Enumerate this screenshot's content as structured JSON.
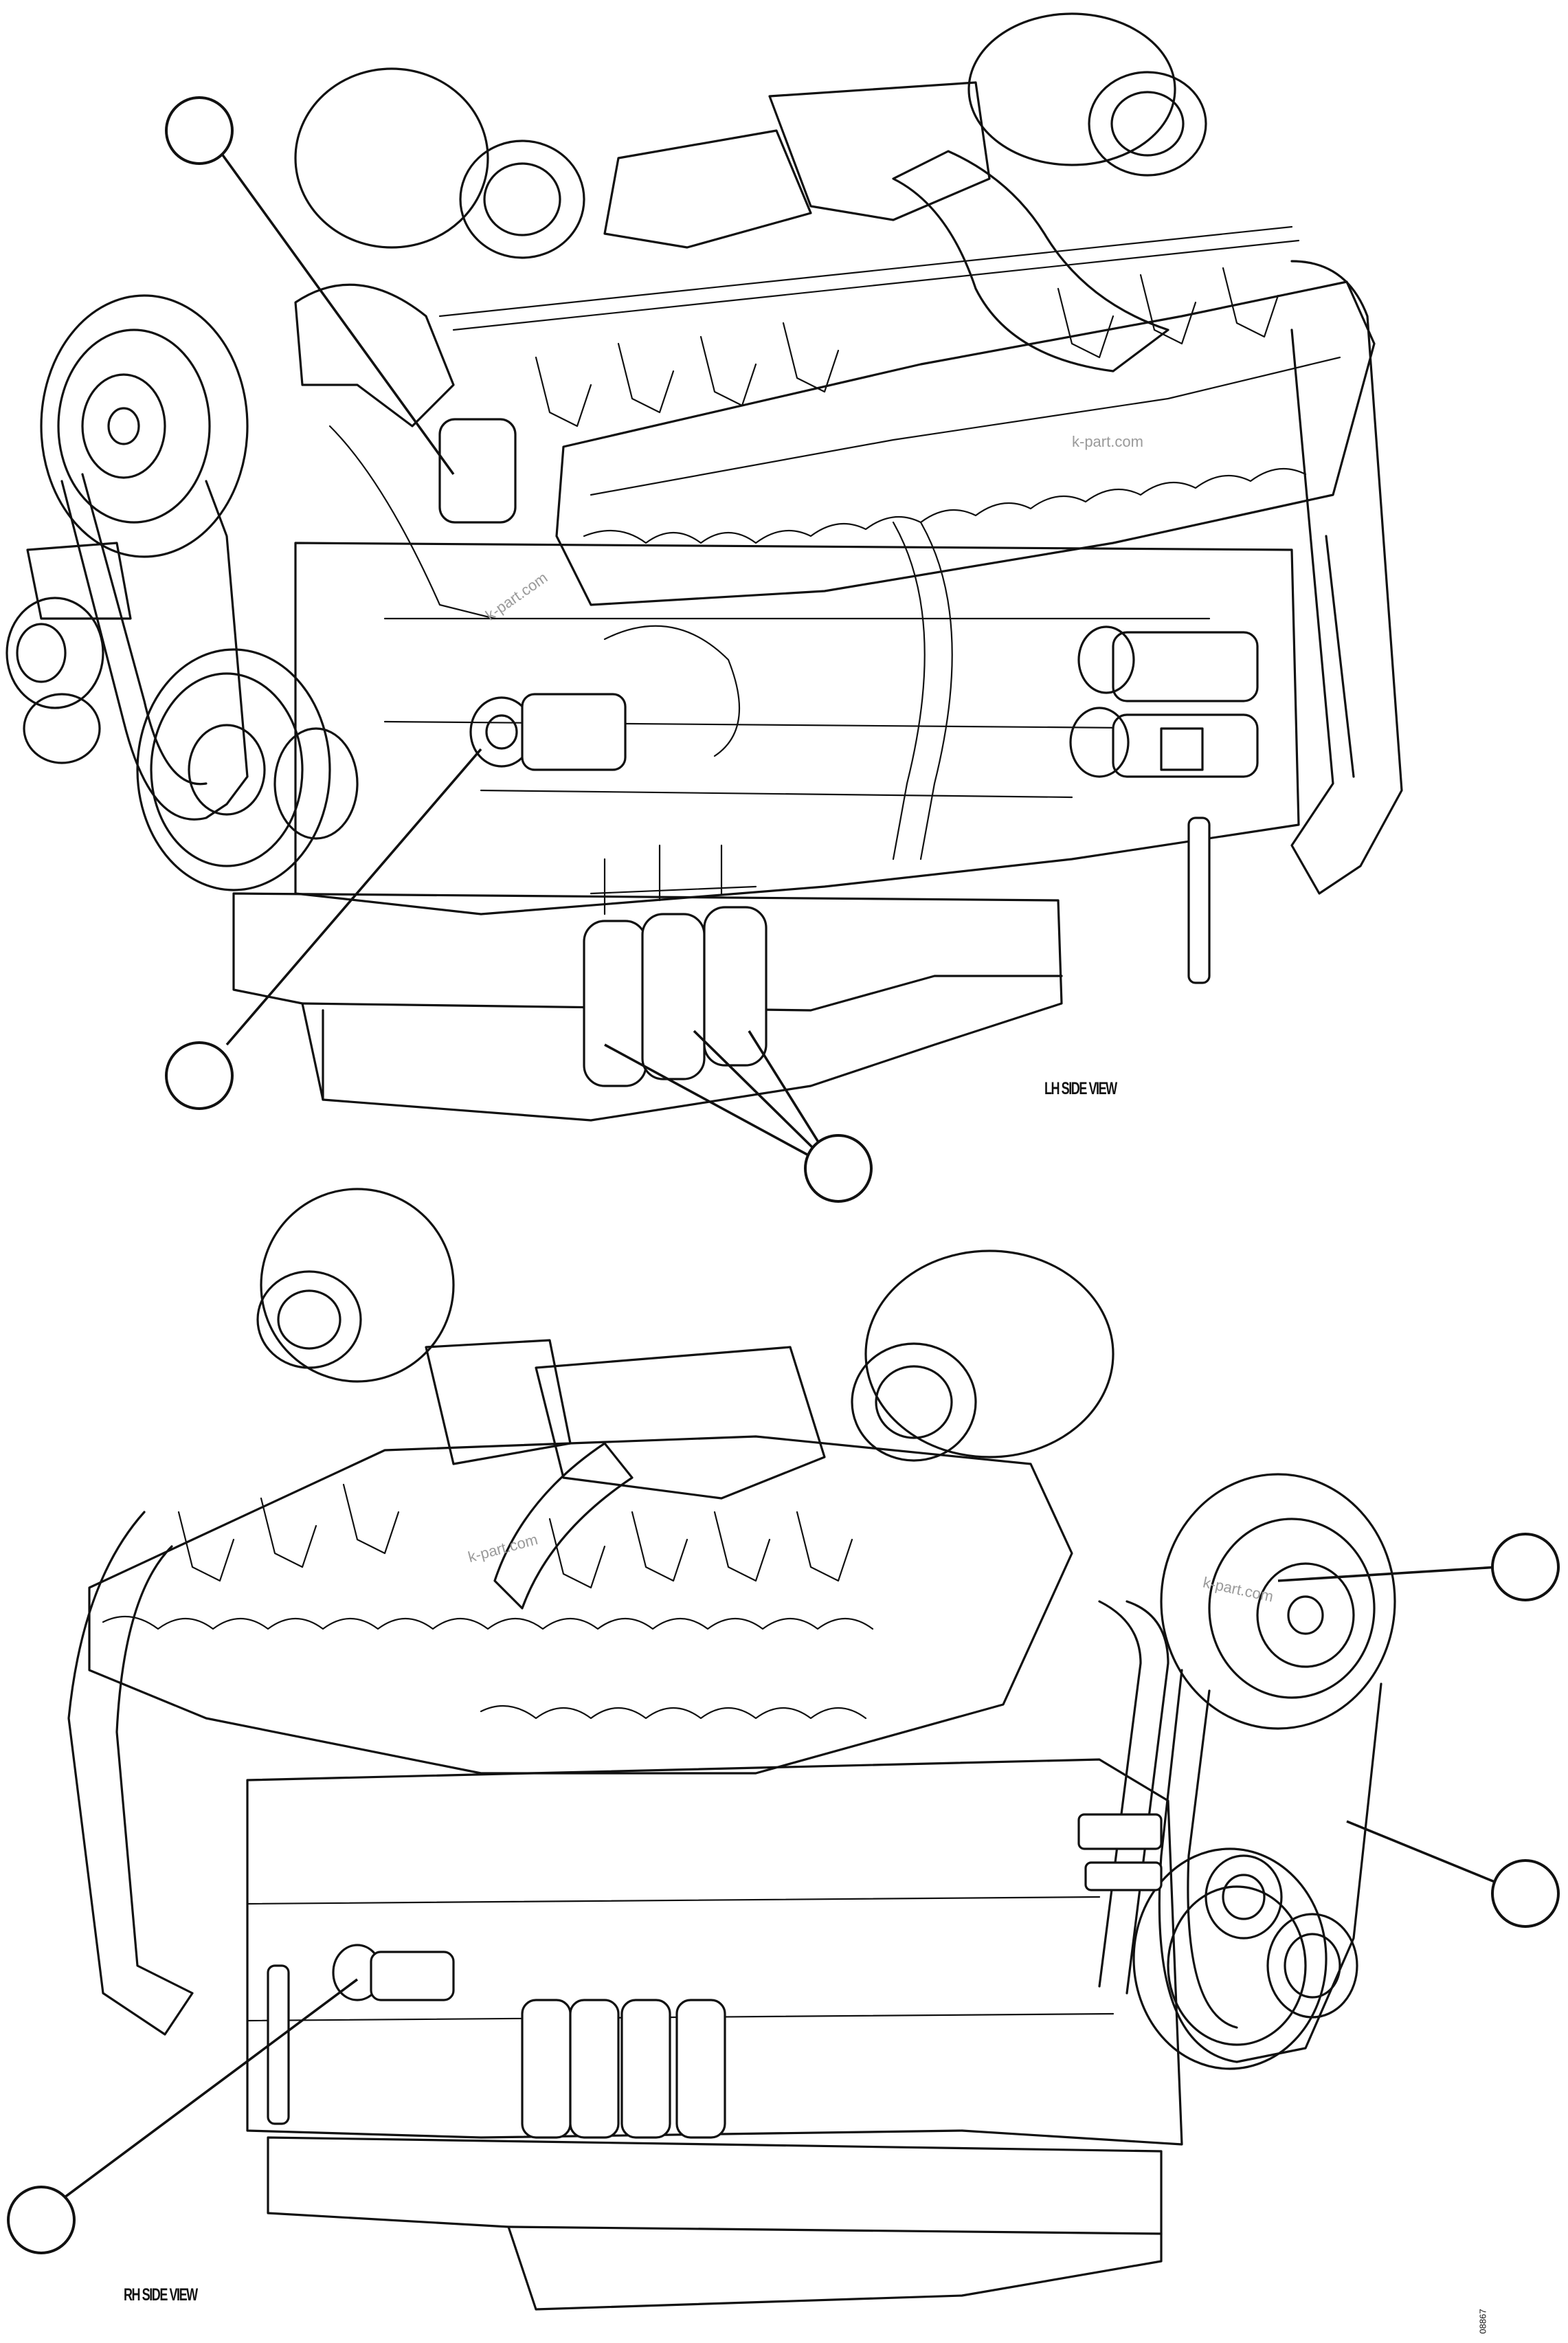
{
  "views": {
    "top": {
      "label": "LH SIDE VIEW"
    },
    "bottom": {
      "label": "RH SIDE VIEW"
    }
  },
  "watermark": "k-part.com",
  "figure_number": "08867",
  "callouts": {
    "top": [
      "",
      "",
      ""
    ],
    "bottom": [
      "",
      "",
      ""
    ]
  }
}
